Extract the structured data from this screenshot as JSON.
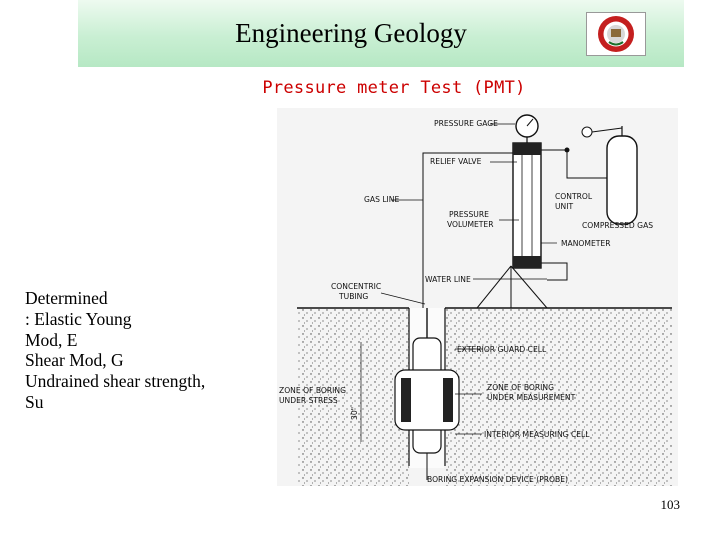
{
  "header": {
    "title": "Engineering Geology"
  },
  "slide": {
    "subtitle": "Pressure meter Test (PMT)",
    "body_lines": [
      "Determined",
      ": Elastic Young",
      "Mod,  E",
      "Shear Mod, G",
      "Undrained shear strength,",
      "Su"
    ],
    "page_number": "103"
  },
  "diagram": {
    "labels": {
      "pressure_gage": "PRESSURE GAGE",
      "relief_valve": "RELIEF VALVE",
      "gas_line": "GAS LINE",
      "control": "CONTROL",
      "unit": "UNIT",
      "pressure": "PRESSURE",
      "volumeter": "VOLUMETER",
      "compressed_gas": "COMPRESSED GAS",
      "manometer": "MANOMETER",
      "water_line": "WATER LINE",
      "concentric": "CONCENTRIC",
      "tubing": "TUBING",
      "exterior_guard_cell": "EXTERIOR GUARD CELL",
      "zone_of_boring_stress_1": "ZONE OF BORING",
      "zone_of_boring_stress_2": "UNDER STRESS",
      "zone_of_boring_meas_1": "ZONE OF BORING",
      "zone_of_boring_meas_2": "UNDER MEASUREMENT",
      "dimension": "30\"",
      "interior_measuring_cell": "INTERIOR MEASURING CELL",
      "boring_expansion_device": "BORING EXPANSION DEVICE (PROBE)"
    }
  }
}
